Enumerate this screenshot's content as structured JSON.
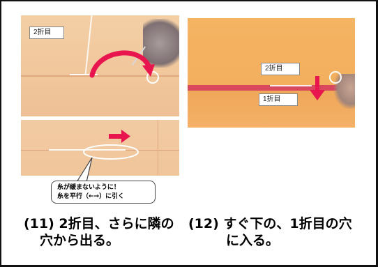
{
  "photos": {
    "photo1": {
      "label": "2折目"
    },
    "photo2": {
      "label_top": "2折目",
      "label_bottom": "1折目"
    }
  },
  "callout": {
    "line1": "糸が緩まないように！",
    "line2": "糸を平行（←→）に引く"
  },
  "steps": {
    "step11": {
      "line1": "(11) 2折目、さらに隣の",
      "line2": "穴から出る。"
    },
    "step12": {
      "line1": "(12) すぐ下の、1折目の穴",
      "line2": "に入る。"
    }
  },
  "colors": {
    "arrow": "#e8154e",
    "border": "#111111",
    "paper_photo1": "#f1c79c",
    "paper_photo2": "#f3ae5c"
  }
}
